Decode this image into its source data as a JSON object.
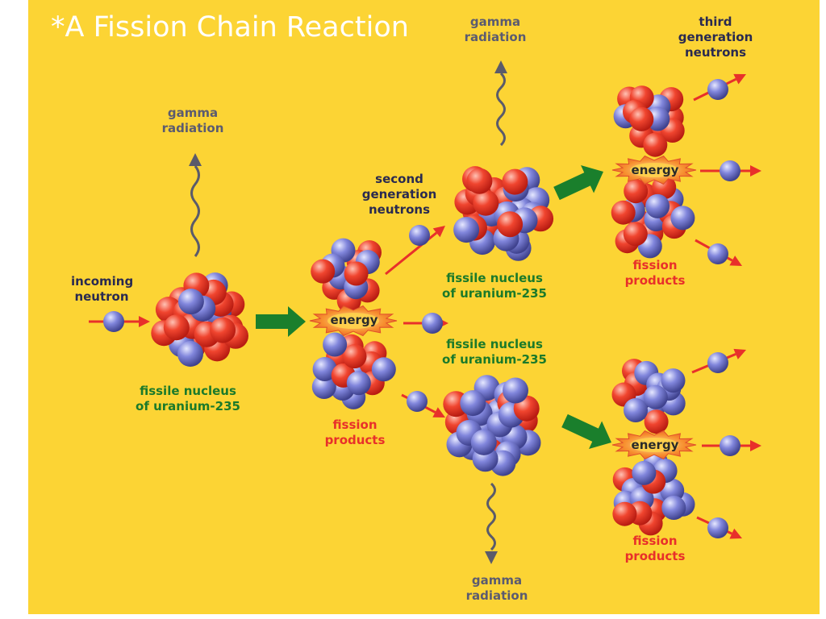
{
  "slide": {
    "title": "*A Fission Chain Reaction"
  },
  "labels": {
    "incoming_neutron": "incoming\nneutron",
    "gamma_1": "gamma\nradiation",
    "gamma_2": "gamma\nradiation",
    "gamma_3": "gamma\nradiation",
    "fissile_nucleus_1": "fissile nucleus\nof uranium-235",
    "fissile_nucleus_2": "fissile nucleus\nof uranium-235",
    "fissile_nucleus_3": "fissile nucleus\nof uranium-235",
    "fission_products_1": "fission\nproducts",
    "fission_products_2": "fission\nproducts",
    "fission_products_3": "fission\nproducts",
    "second_generation": "second\ngeneration\nneutrons",
    "third_generation": "third\ngeneration\nneutrons",
    "energy_1": "energy",
    "energy_2": "energy",
    "energy_3": "energy"
  },
  "colors": {
    "background": "#fcd434",
    "proton": "#ee3a2c",
    "neutron": "#7a7ed6",
    "arrow_red": "#e8302a",
    "arrow_green": "#1a7f2c",
    "gamma_gray": "#5b5b6a",
    "energy_burst": "#f26a2a"
  }
}
